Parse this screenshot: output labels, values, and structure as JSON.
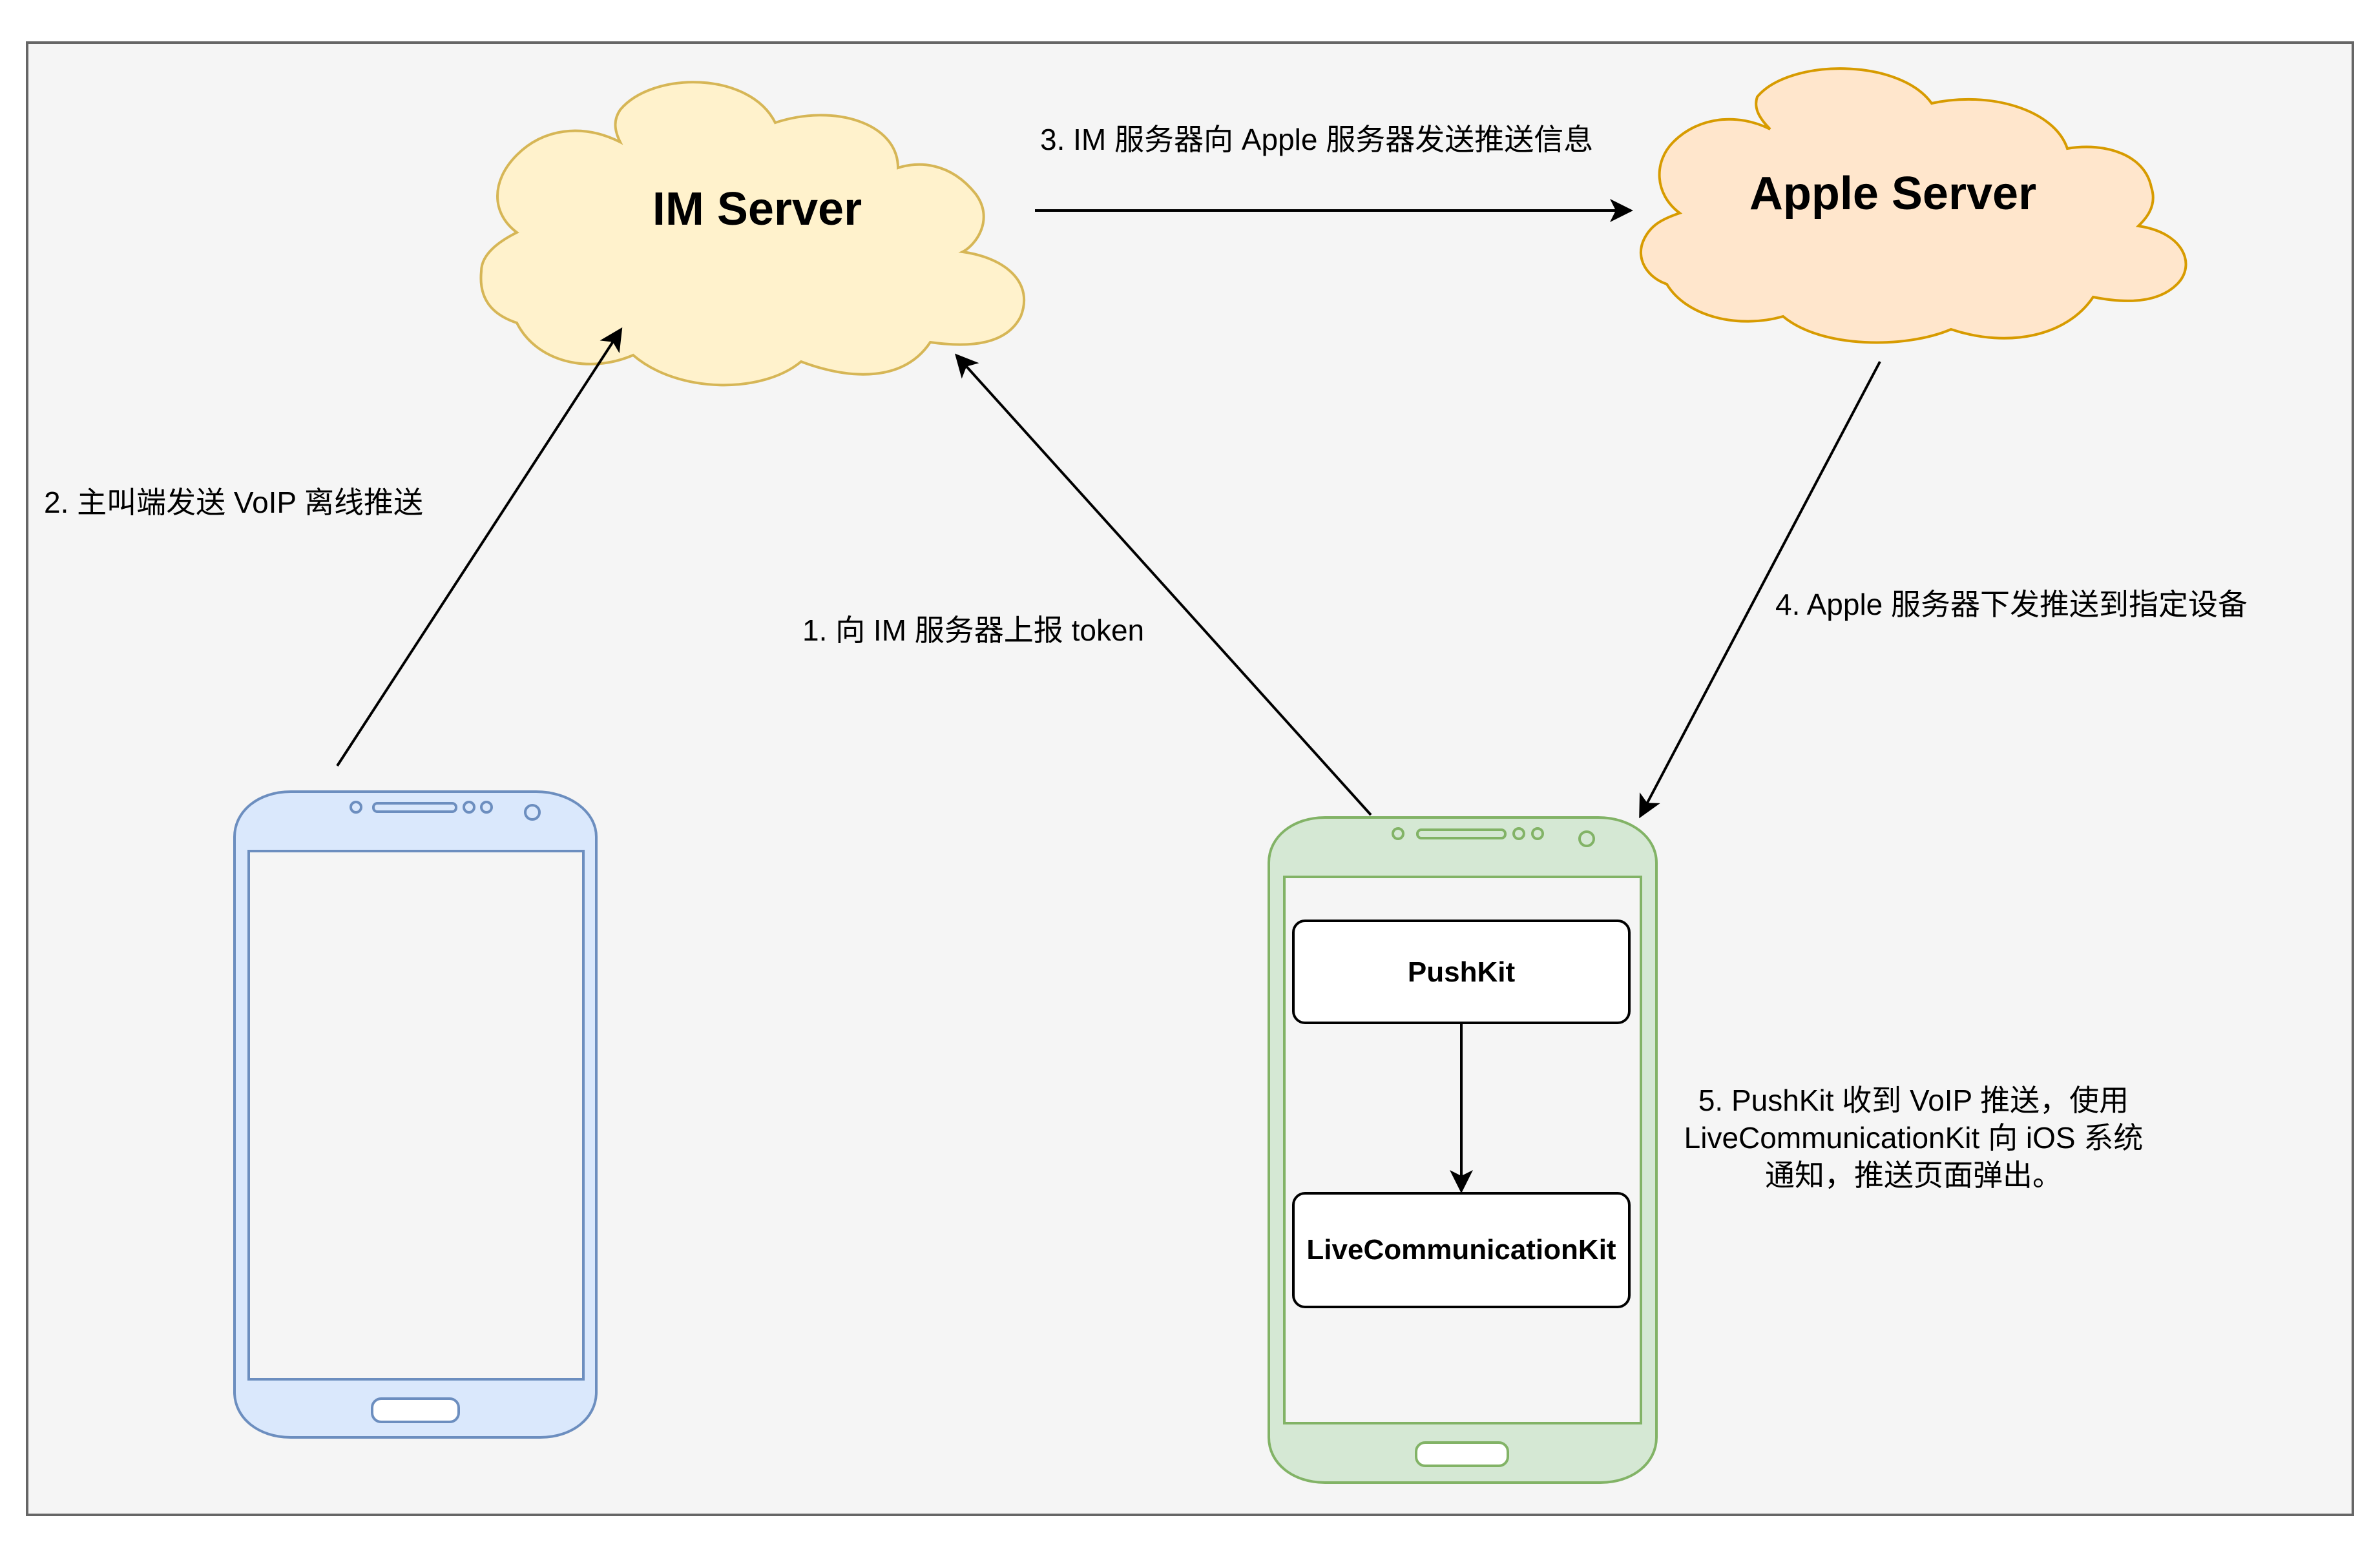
{
  "colors": {
    "canvas_bg": "#f5f5f5",
    "canvas_border": "#666666",
    "im_cloud_fill": "#fff2cc",
    "im_cloud_stroke": "#d6b656",
    "apple_cloud_fill": "#ffe6cc",
    "apple_cloud_stroke": "#d79b00",
    "caller_phone_fill": "#dae8fc",
    "caller_phone_stroke": "#6c8ebf",
    "callee_phone_fill": "#d5e8d4",
    "callee_phone_stroke": "#82b366",
    "box_fill": "#ffffff",
    "line": "#000000"
  },
  "nodes": {
    "im_server": {
      "label": "IM Server",
      "icon": "cloud-icon"
    },
    "apple_server": {
      "label": "Apple Server",
      "icon": "cloud-icon"
    },
    "caller_phone": {
      "icon": "smartphone-icon"
    },
    "callee_phone": {
      "icon": "smartphone-icon"
    },
    "pushkit": {
      "label": "PushKit"
    },
    "livecommunicationkit": {
      "label": "LiveCommunicationKit"
    }
  },
  "edges": {
    "step1": {
      "label": "1. 向 IM 服务器上报 token"
    },
    "step2": {
      "label": "2. 主叫端发送 VoIP 离线推送"
    },
    "step3": {
      "label": "3. IM 服务器向 Apple 服务器发送推送信息"
    },
    "step4": {
      "label": "4.  Apple 服务器下发推送到指定设备"
    }
  },
  "notes": {
    "step5": {
      "lines": [
        "5. PushKit 收到 VoIP 推送，使用",
        "LiveCommunicationKit  向 iOS 系统",
        "通知，推送页面弹出。"
      ]
    }
  }
}
